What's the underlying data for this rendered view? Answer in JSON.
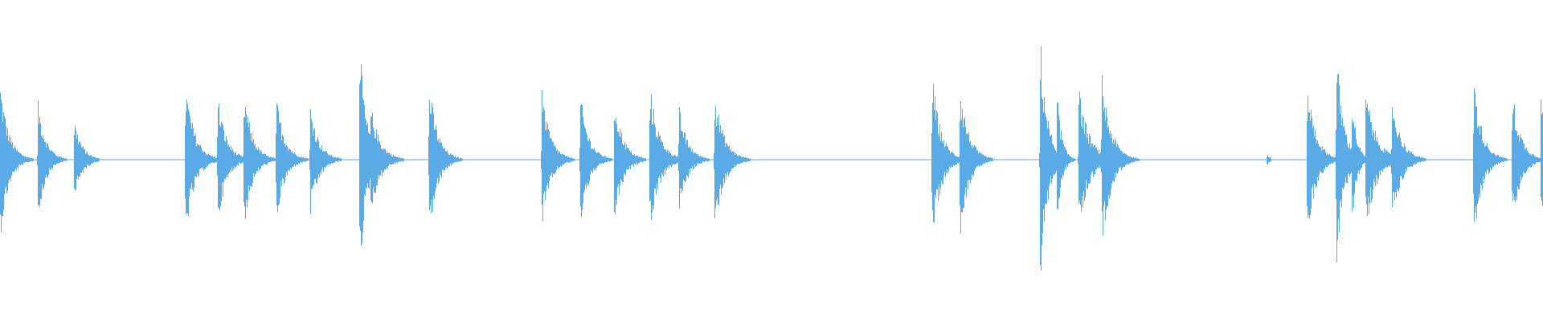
{
  "colors": {
    "background": "#ffffff",
    "waveform": "#5aaae6"
  },
  "waveform": {
    "duration": 1.0,
    "baseline_level": 0.005,
    "bursts": [
      {
        "t": 0.0,
        "peak": 0.62,
        "decay": 0.0055
      },
      {
        "t": 0.0245,
        "peak": 0.48,
        "decay": 0.005
      },
      {
        "t": 0.048,
        "peak": 0.33,
        "decay": 0.005
      },
      {
        "t": 0.12,
        "peak": 0.62,
        "decay": 0.006
      },
      {
        "t": 0.141,
        "peak": 0.52,
        "decay": 0.0055
      },
      {
        "t": 0.158,
        "peak": 0.55,
        "decay": 0.0055
      },
      {
        "t": 0.179,
        "peak": 0.5,
        "decay": 0.0055
      },
      {
        "t": 0.201,
        "peak": 0.45,
        "decay": 0.0055
      },
      {
        "t": 0.233,
        "peak": 0.9,
        "decay": 0.0045
      },
      {
        "t": 0.24,
        "peak": 0.45,
        "decay": 0.006
      },
      {
        "t": 0.278,
        "peak": 0.62,
        "decay": 0.0055
      },
      {
        "t": 0.351,
        "peak": 0.56,
        "decay": 0.0055
      },
      {
        "t": 0.376,
        "peak": 0.52,
        "decay": 0.0055
      },
      {
        "t": 0.398,
        "peak": 0.52,
        "decay": 0.0055
      },
      {
        "t": 0.421,
        "peak": 0.6,
        "decay": 0.006
      },
      {
        "t": 0.44,
        "peak": 0.42,
        "decay": 0.0055
      },
      {
        "t": 0.463,
        "peak": 0.56,
        "decay": 0.006
      },
      {
        "t": 0.604,
        "peak": 0.68,
        "decay": 0.0055
      },
      {
        "t": 0.622,
        "peak": 0.62,
        "decay": 0.0055
      },
      {
        "t": 0.674,
        "peak": 1.0,
        "decay": 0.0045
      },
      {
        "t": 0.685,
        "peak": 0.55,
        "decay": 0.003
      },
      {
        "t": 0.699,
        "peak": 0.58,
        "decay": 0.0065
      },
      {
        "t": 0.714,
        "peak": 0.68,
        "decay": 0.006
      },
      {
        "t": 0.821,
        "peak": 0.05,
        "decay": 0.002
      },
      {
        "t": 0.847,
        "peak": 0.65,
        "decay": 0.0055
      },
      {
        "t": 0.866,
        "peak": 0.88,
        "decay": 0.0045
      },
      {
        "t": 0.876,
        "peak": 0.55,
        "decay": 0.003
      },
      {
        "t": 0.885,
        "peak": 0.58,
        "decay": 0.0065
      },
      {
        "t": 0.902,
        "peak": 0.5,
        "decay": 0.006
      },
      {
        "t": 0.955,
        "peak": 0.65,
        "decay": 0.0055
      },
      {
        "t": 0.98,
        "peak": 0.55,
        "decay": 0.0055
      },
      {
        "t": 0.9985,
        "peak": 0.55,
        "decay": 0.005
      }
    ]
  }
}
